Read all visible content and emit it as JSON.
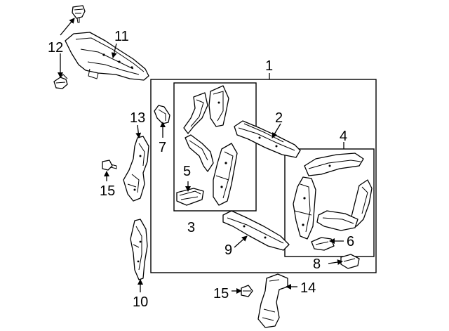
{
  "callouts": {
    "c1": "1",
    "c2": "2",
    "c3": "3",
    "c4": "4",
    "c5": "5",
    "c6": "6",
    "c7": "7",
    "c8": "8",
    "c9": "9",
    "c10": "10",
    "c11": "11",
    "c12": "12",
    "c13": "13",
    "c14": "14",
    "c15a": "15",
    "c15b": "15"
  }
}
